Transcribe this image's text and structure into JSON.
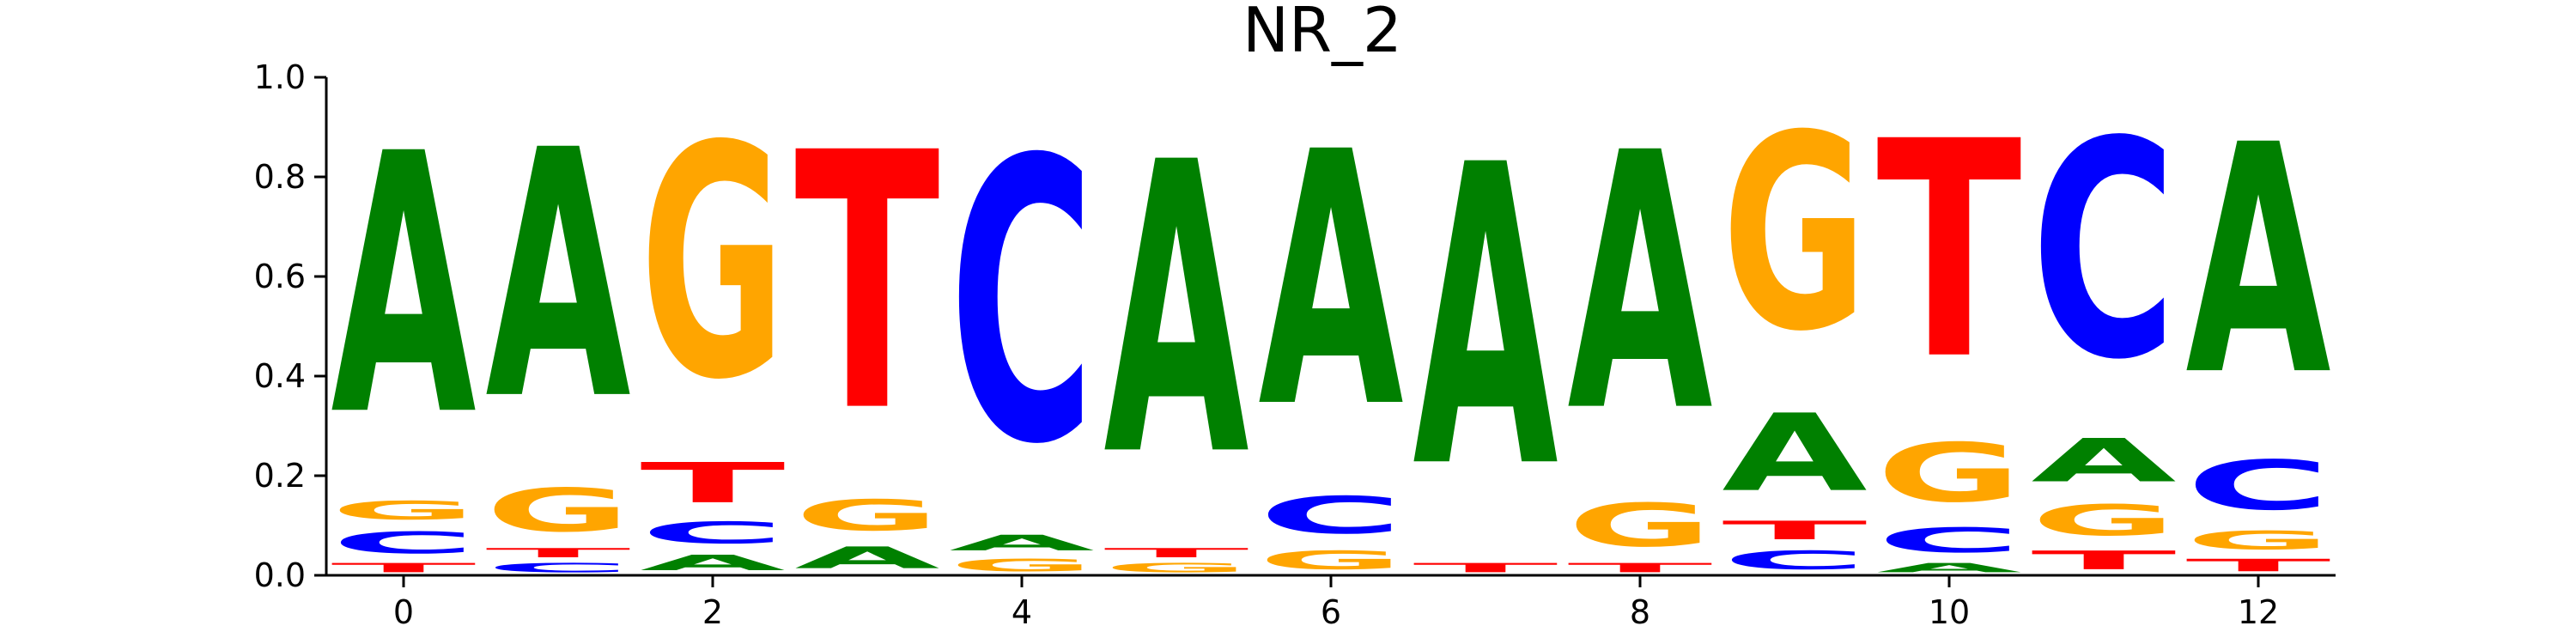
{
  "chart_data": {
    "type": "sequence-logo",
    "title": "NR_2",
    "xlabel": "",
    "ylabel": "",
    "xlim": [
      -0.5,
      12.5
    ],
    "ylim": [
      0,
      1.0
    ],
    "x_ticks": [
      0,
      2,
      4,
      6,
      8,
      10,
      12
    ],
    "y_ticks": [
      0.0,
      0.2,
      0.4,
      0.6,
      0.8,
      1.0
    ],
    "letter_colors": {
      "A": "#008000",
      "C": "#0000ff",
      "G": "#ffa500",
      "T": "#ff0000"
    },
    "positions": [
      {
        "pos": 0,
        "stack": [
          [
            "T",
            0.03
          ],
          [
            "C",
            0.07
          ],
          [
            "G",
            0.06
          ],
          [
            "A",
            0.84
          ]
        ]
      },
      {
        "pos": 1,
        "stack": [
          [
            "C",
            0.03
          ],
          [
            "T",
            0.03
          ],
          [
            "G",
            0.14
          ],
          [
            "A",
            0.8
          ]
        ]
      },
      {
        "pos": 2,
        "stack": [
          [
            "A",
            0.05
          ],
          [
            "C",
            0.07
          ],
          [
            "T",
            0.13
          ],
          [
            "G",
            0.75
          ]
        ]
      },
      {
        "pos": 3,
        "stack": [
          [
            "A",
            0.07
          ],
          [
            "G",
            0.1
          ],
          [
            "T",
            0.83
          ]
        ]
      },
      {
        "pos": 4,
        "stack": [
          [
            "G",
            0.04
          ],
          [
            "A",
            0.05
          ],
          [
            "C",
            0.91
          ]
        ]
      },
      {
        "pos": 5,
        "stack": [
          [
            "G",
            0.03
          ],
          [
            "T",
            0.03
          ],
          [
            "A",
            0.94
          ]
        ]
      },
      {
        "pos": 6,
        "stack": [
          [
            "G",
            0.06
          ],
          [
            "C",
            0.12
          ],
          [
            "A",
            0.82
          ]
        ]
      },
      {
        "pos": 7,
        "stack": [
          [
            "T",
            0.03
          ],
          [
            "A",
            0.97
          ]
        ]
      },
      {
        "pos": 8,
        "stack": [
          [
            "T",
            0.03
          ],
          [
            "G",
            0.14
          ],
          [
            "A",
            0.83
          ]
        ]
      },
      {
        "pos": 9,
        "stack": [
          [
            "C",
            0.06
          ],
          [
            "T",
            0.06
          ],
          [
            "A",
            0.25
          ],
          [
            "G",
            0.63
          ]
        ]
      },
      {
        "pos": 10,
        "stack": [
          [
            "A",
            0.03
          ],
          [
            "C",
            0.08
          ],
          [
            "G",
            0.19
          ],
          [
            "T",
            0.7
          ]
        ]
      },
      {
        "pos": 11,
        "stack": [
          [
            "T",
            0.06
          ],
          [
            "G",
            0.1
          ],
          [
            "A",
            0.14
          ],
          [
            "C",
            0.7
          ]
        ]
      },
      {
        "pos": 12,
        "stack": [
          [
            "T",
            0.04
          ],
          [
            "G",
            0.06
          ],
          [
            "C",
            0.16
          ],
          [
            "A",
            0.74
          ]
        ]
      }
    ]
  }
}
